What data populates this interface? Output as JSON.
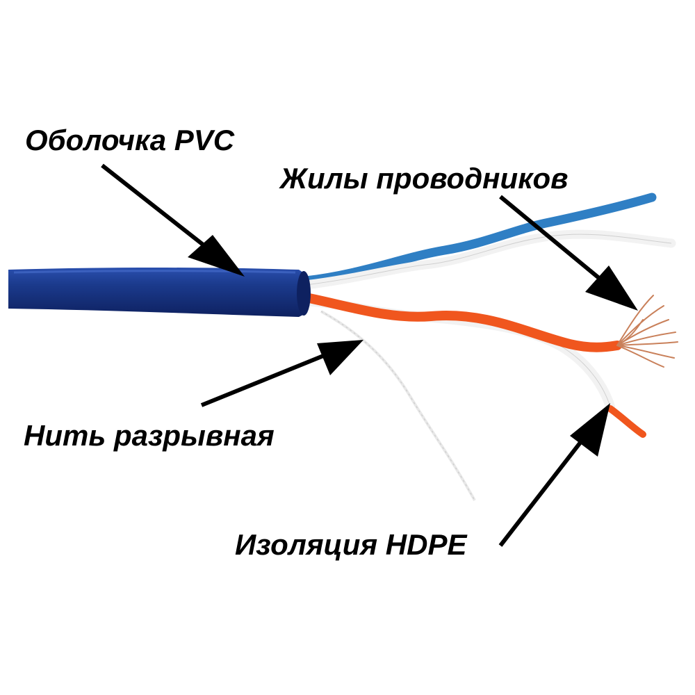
{
  "labels": {
    "sheath": "Оболочка PVC",
    "conductors": "Жилы проводников",
    "ripcord": "Нить разрывная",
    "insulation": "Изоляция HDPE"
  },
  "colors": {
    "jacket": "#1b3a8c",
    "blue_wire": "#2f7fc4",
    "orange_wire": "#f0561e",
    "white_wire": "#f2f2f2",
    "copper": "#c9805a",
    "arrow": "#000000"
  }
}
